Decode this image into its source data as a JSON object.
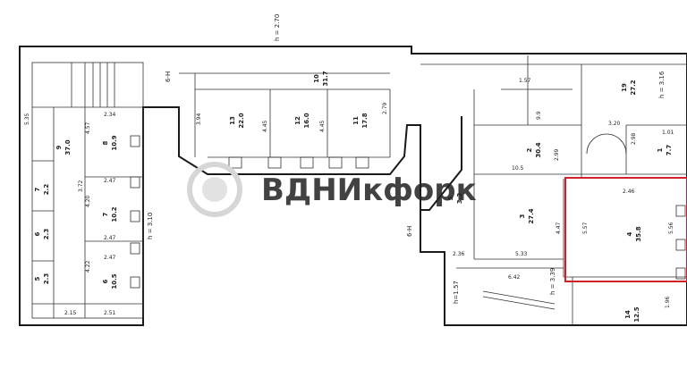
{
  "watermark": {
    "brand": "ВДНИкфорк",
    "logo": "owl-logo-icon"
  },
  "colors": {
    "wall": "#1a1a1a",
    "highlight": "#d0202a",
    "watermark": "#d6d6d6"
  },
  "height_labels": [
    "h = 2.70",
    "h = 3.10",
    "h = 3.16",
    "h = 3.39",
    "h=1.57"
  ],
  "stair_labels": [
    "6-Н",
    "6-Н"
  ],
  "rooms": [
    {
      "id": "r13",
      "num": "13",
      "area": "22.0"
    },
    {
      "id": "r12",
      "num": "12",
      "area": "16.0"
    },
    {
      "id": "r11",
      "num": "11",
      "area": "17.8"
    },
    {
      "id": "r10",
      "num": "10",
      "area": "31.7"
    },
    {
      "id": "r9",
      "num": "9",
      "area": "37.0"
    },
    {
      "id": "r8a",
      "num": "8",
      "area": "10.9"
    },
    {
      "id": "r7a",
      "num": "7",
      "area": "10.2"
    },
    {
      "id": "r6a",
      "num": "6",
      "area": "10.5"
    },
    {
      "id": "r3",
      "num": "3",
      "area": "27.4"
    },
    {
      "id": "r4",
      "num": "4",
      "area": "35.8"
    },
    {
      "id": "r2",
      "num": "2",
      "area": "30.4"
    },
    {
      "id": "r19",
      "num": "19",
      "area": "27.2"
    },
    {
      "id": "r1",
      "num": "1",
      "area": "7.7"
    },
    {
      "id": "r14",
      "num": "14",
      "area": "12.5"
    },
    {
      "id": "r5",
      "num": "5",
      "area": "3.3"
    },
    {
      "id": "rs1",
      "num": "7",
      "area": "2.2"
    },
    {
      "id": "rs2",
      "num": "6",
      "area": "2.3"
    },
    {
      "id": "rs3",
      "num": "5",
      "area": "2.3"
    }
  ],
  "dimensions": [
    "5.35",
    "4.57",
    "3.72",
    "4.20",
    "4.22",
    "2.47",
    "2.47",
    "2.47",
    "2.34",
    "2.51",
    "2.15",
    "3.94",
    "4.45",
    "4.45",
    "2.79",
    "5.57",
    "5.56",
    "4.47",
    "2.46",
    "5.33",
    "2.36",
    "6.42",
    "3.20",
    "2.98",
    "1.01",
    "2.99",
    "1.96",
    "10.5",
    "9.9",
    "1.57"
  ]
}
